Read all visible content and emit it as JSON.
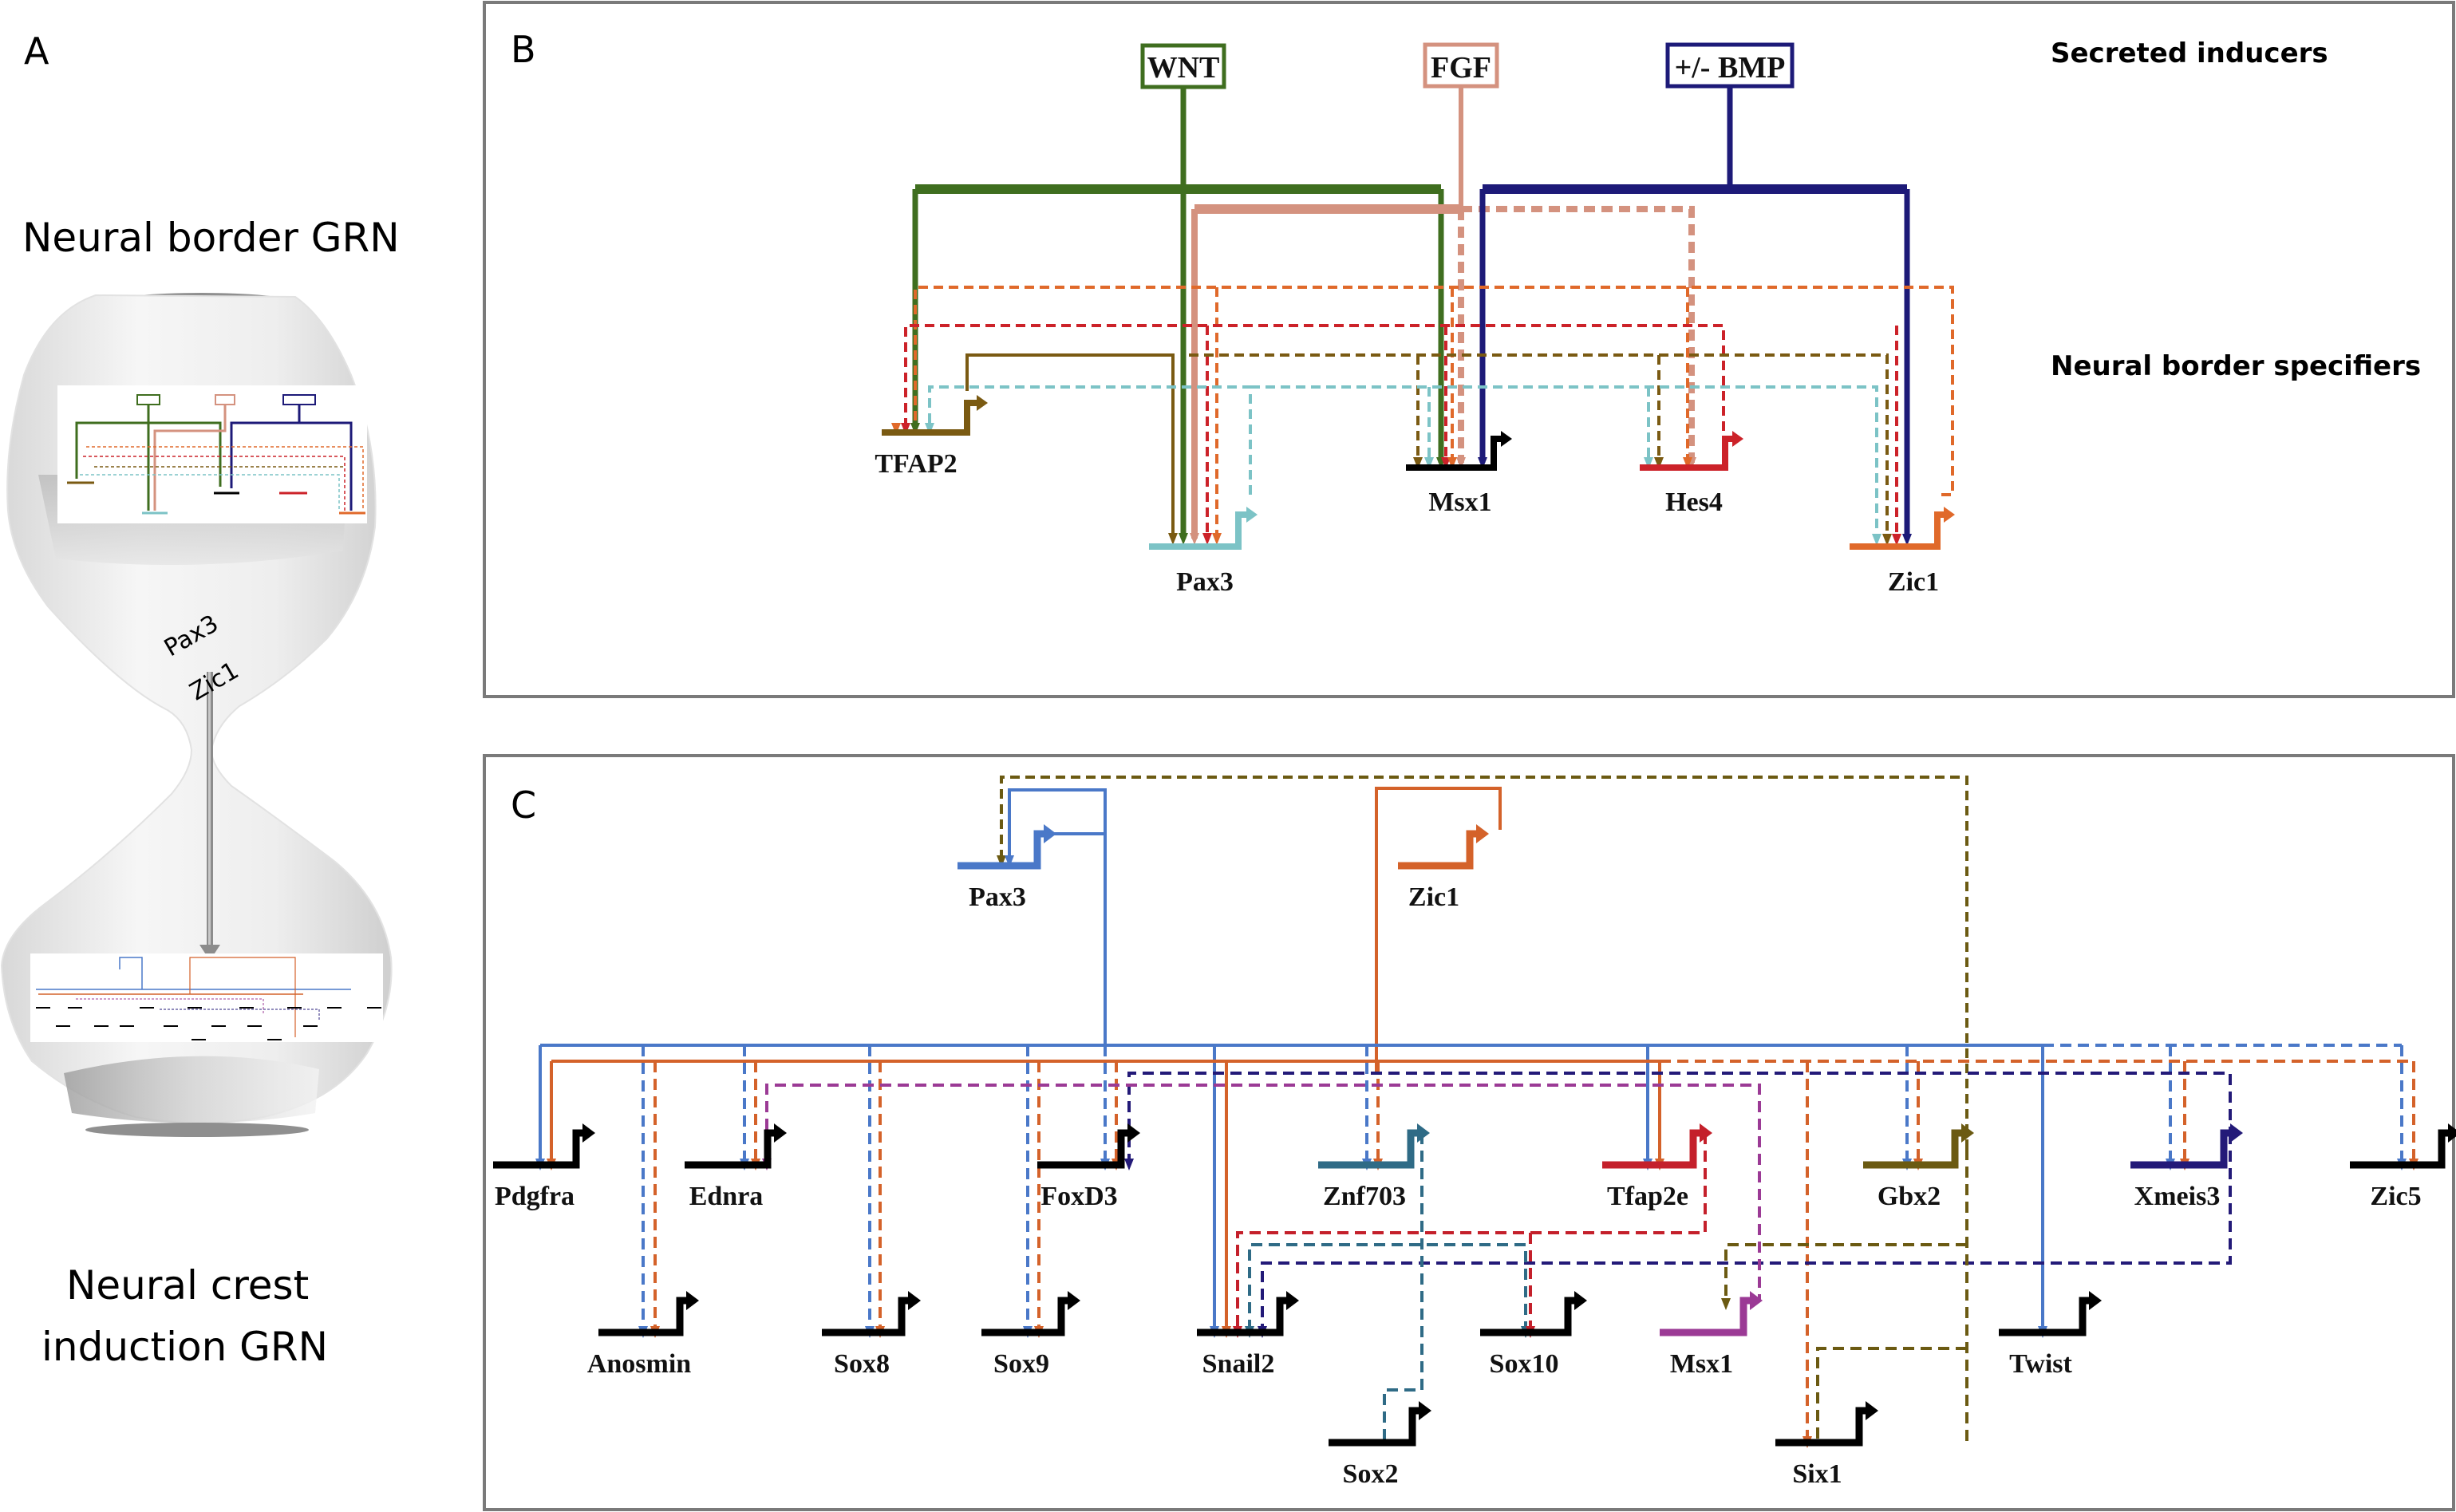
{
  "panels": {
    "a": {
      "letter": "A",
      "top_title": "Neural border GRN",
      "neck_genes": [
        "Pax3",
        "Zic1"
      ],
      "bottom_title_line1": "Neural crest",
      "bottom_title_line2": "induction GRN"
    },
    "b": {
      "letter": "B",
      "side_labels": {
        "inducers": "Secreted inducers",
        "specifiers": "Neural border specifiers"
      },
      "inducers": [
        {
          "id": "wnt",
          "label": "WNT",
          "color": "#3f6e1f"
        },
        {
          "id": "fgf",
          "label": "FGF",
          "color": "#d4927f"
        },
        {
          "id": "bmp",
          "label": "+/- BMP",
          "color": "#1d1a78"
        }
      ],
      "genes": [
        {
          "id": "tfap2",
          "label": "TFAP2",
          "color": "#7a5a12"
        },
        {
          "id": "pax3",
          "label": "Pax3",
          "color": "#7cc3c6"
        },
        {
          "id": "msx1",
          "label": "Msx1",
          "color": "#000000"
        },
        {
          "id": "hes4",
          "label": "Hes4",
          "color": "#cc2229"
        },
        {
          "id": "zic1",
          "label": "Zic1",
          "color": "#e0692a"
        }
      ],
      "edges": [
        {
          "from": "wnt",
          "to": "tfap2",
          "style": "solid"
        },
        {
          "from": "wnt",
          "to": "pax3",
          "style": "solid"
        },
        {
          "from": "wnt",
          "to": "msx1",
          "style": "solid"
        },
        {
          "from": "fgf",
          "to": "pax3",
          "style": "solid"
        },
        {
          "from": "fgf",
          "to": "msx1",
          "style": "dashed"
        },
        {
          "from": "fgf",
          "to": "hes4",
          "style": "dashed"
        },
        {
          "from": "bmp",
          "to": "msx1",
          "style": "solid"
        },
        {
          "from": "bmp",
          "to": "zic1",
          "style": "solid"
        },
        {
          "from": "tfap2",
          "to": "pax3",
          "style": "solid"
        },
        {
          "from": "tfap2",
          "to": "msx1",
          "style": "dashed"
        },
        {
          "from": "tfap2",
          "to": "hes4",
          "style": "dashed"
        },
        {
          "from": "tfap2",
          "to": "zic1",
          "style": "dashed"
        },
        {
          "from": "pax3",
          "to": "tfap2",
          "style": "dashed"
        },
        {
          "from": "pax3",
          "to": "msx1",
          "style": "dashed"
        },
        {
          "from": "pax3",
          "to": "hes4",
          "style": "dashed"
        },
        {
          "from": "pax3",
          "to": "zic1",
          "style": "dashed"
        },
        {
          "from": "hes4",
          "to": "tfap2",
          "style": "dashed"
        },
        {
          "from": "hes4",
          "to": "pax3",
          "style": "dashed"
        },
        {
          "from": "hes4",
          "to": "msx1",
          "style": "dashed"
        },
        {
          "from": "hes4",
          "to": "zic1",
          "style": "dashed"
        },
        {
          "from": "zic1",
          "to": "tfap2",
          "style": "dashed"
        },
        {
          "from": "zic1",
          "to": "pax3",
          "style": "dashed"
        },
        {
          "from": "zic1",
          "to": "msx1",
          "style": "dashed"
        },
        {
          "from": "zic1",
          "to": "hes4",
          "style": "dashed"
        }
      ]
    },
    "c": {
      "letter": "C",
      "genes": [
        {
          "id": "pax3",
          "label": "Pax3",
          "color": "#4a78c8"
        },
        {
          "id": "zic1",
          "label": "Zic1",
          "color": "#d4622a"
        },
        {
          "id": "pdgfra",
          "label": "Pdgfra",
          "color": "#000000"
        },
        {
          "id": "ednra",
          "label": "Ednra",
          "color": "#000000"
        },
        {
          "id": "foxd3",
          "label": "FoxD3",
          "color": "#000000"
        },
        {
          "id": "znf703",
          "label": "Znf703",
          "color": "#2f6b86"
        },
        {
          "id": "tfap2e",
          "label": "Tfap2e",
          "color": "#c4202b"
        },
        {
          "id": "gbx2",
          "label": "Gbx2",
          "color": "#6b5a12"
        },
        {
          "id": "xmeis3",
          "label": "Xmeis3",
          "color": "#231a78"
        },
        {
          "id": "zic5",
          "label": "Zic5",
          "color": "#000000"
        },
        {
          "id": "anosmin",
          "label": "Anosmin",
          "color": "#000000"
        },
        {
          "id": "sox8",
          "label": "Sox8",
          "color": "#000000"
        },
        {
          "id": "sox9",
          "label": "Sox9",
          "color": "#000000"
        },
        {
          "id": "snail2",
          "label": "Snail2",
          "color": "#000000"
        },
        {
          "id": "sox10",
          "label": "Sox10",
          "color": "#000000"
        },
        {
          "id": "msx1",
          "label": "Msx1",
          "color": "#9b3a95"
        },
        {
          "id": "twist",
          "label": "Twist",
          "color": "#000000"
        },
        {
          "id": "sox2",
          "label": "Sox2",
          "color": "#000000"
        },
        {
          "id": "six1",
          "label": "Six1",
          "color": "#000000"
        }
      ],
      "edges": [
        {
          "from": "pax3",
          "to": "pax3",
          "style": "solid"
        },
        {
          "from": "gbx2",
          "to": "pax3",
          "style": "dashed"
        },
        {
          "from": "zic1",
          "to": "zic1",
          "style": "solid"
        },
        {
          "from": "pax3",
          "to": "pdgfra",
          "style": "solid"
        },
        {
          "from": "zic1",
          "to": "pdgfra",
          "style": "solid"
        },
        {
          "from": "pax3",
          "to": "anosmin",
          "style": "dashed"
        },
        {
          "from": "zic1",
          "to": "anosmin",
          "style": "dashed"
        },
        {
          "from": "pax3",
          "to": "ednra",
          "style": "dashed"
        },
        {
          "from": "zic1",
          "to": "ednra",
          "style": "dashed"
        },
        {
          "from": "msx1",
          "to": "ednra",
          "style": "dashed"
        },
        {
          "from": "pax3",
          "to": "sox8",
          "style": "dashed"
        },
        {
          "from": "zic1",
          "to": "sox8",
          "style": "dashed"
        },
        {
          "from": "pax3",
          "to": "sox9",
          "style": "dashed"
        },
        {
          "from": "zic1",
          "to": "sox9",
          "style": "dashed"
        },
        {
          "from": "pax3",
          "to": "foxd3",
          "style": "dashed"
        },
        {
          "from": "zic1",
          "to": "foxd3",
          "style": "dashed"
        },
        {
          "from": "xmeis3",
          "to": "foxd3",
          "style": "dashed"
        },
        {
          "from": "pax3",
          "to": "snail2",
          "style": "solid"
        },
        {
          "from": "zic1",
          "to": "snail2",
          "style": "solid"
        },
        {
          "from": "tfap2e",
          "to": "snail2",
          "style": "dashed"
        },
        {
          "from": "znf703",
          "to": "snail2",
          "style": "dashed"
        },
        {
          "from": "xmeis3",
          "to": "snail2",
          "style": "dashed"
        },
        {
          "from": "pax3",
          "to": "znf703",
          "style": "dashed"
        },
        {
          "from": "zic1",
          "to": "znf703",
          "style": "dashed"
        },
        {
          "from": "znf703",
          "to": "sox2",
          "style": "dashed-repress"
        },
        {
          "from": "znf703",
          "to": "sox10",
          "style": "dashed"
        },
        {
          "from": "tfap2e",
          "to": "sox10",
          "style": "dashed"
        },
        {
          "from": "pax3",
          "to": "tfap2e",
          "style": "solid"
        },
        {
          "from": "zic1",
          "to": "tfap2e",
          "style": "solid"
        },
        {
          "from": "gbx2",
          "to": "msx1",
          "style": "dashed"
        },
        {
          "from": "zic1",
          "to": "six1",
          "style": "dashed"
        },
        {
          "from": "gbx2",
          "to": "six1",
          "style": "dashed-repress"
        },
        {
          "from": "pax3",
          "to": "gbx2",
          "style": "dashed"
        },
        {
          "from": "zic1",
          "to": "gbx2",
          "style": "dashed"
        },
        {
          "from": "pax3",
          "to": "twist",
          "style": "solid"
        },
        {
          "from": "pax3",
          "to": "xmeis3",
          "style": "dashed"
        },
        {
          "from": "zic1",
          "to": "xmeis3",
          "style": "dashed"
        },
        {
          "from": "pax3",
          "to": "zic5",
          "style": "dashed"
        },
        {
          "from": "zic1",
          "to": "zic5",
          "style": "dashed"
        }
      ]
    }
  },
  "colors": {
    "panel_border": "#7a7a7a",
    "hourglass_shadow": "#9a9a9a",
    "hourglass_arrow": "#8c8c8c"
  }
}
